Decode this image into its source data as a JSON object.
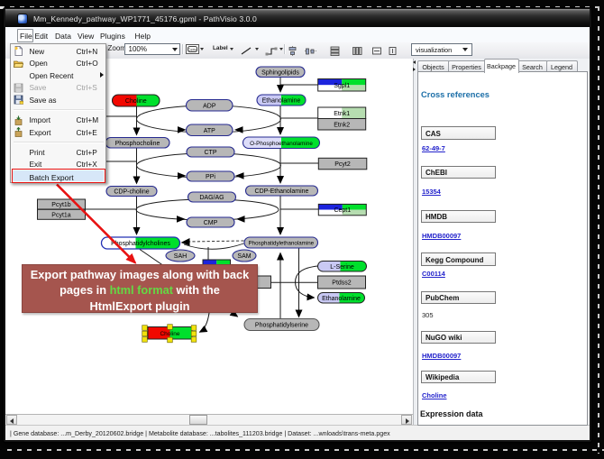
{
  "window": {
    "title": "Mm_Kennedy_pathway_WP1771_45176.gpml - PathVisio 3.0.0",
    "app_icon": "pathvisio-icon"
  },
  "menubar": {
    "items": [
      "File",
      "Edit",
      "Data",
      "View",
      "Plugins",
      "Help"
    ],
    "active": "File"
  },
  "file_menu": {
    "items": [
      {
        "label": "New",
        "shortcut": "Ctrl+N",
        "icon": "new-file-icon"
      },
      {
        "label": "Open",
        "shortcut": "Ctrl+O",
        "icon": "open-folder-icon"
      },
      {
        "label": "Open Recent",
        "shortcut": "",
        "icon": "submenu-arrow-icon"
      },
      {
        "label": "Save",
        "shortcut": "Ctrl+S",
        "icon": "save-disk-icon",
        "disabled": true
      },
      {
        "label": "Save as",
        "shortcut": "",
        "icon": "save-as-disk-icon"
      },
      {
        "label": "Import",
        "shortcut": "Ctrl+M",
        "icon": "import-icon"
      },
      {
        "label": "Export",
        "shortcut": "Ctrl+E",
        "icon": "export-icon"
      },
      {
        "label": "Print",
        "shortcut": "Ctrl+P",
        "icon": ""
      },
      {
        "label": "Exit",
        "shortcut": "Ctrl+X",
        "icon": ""
      },
      {
        "label": "Batch Export",
        "shortcut": "",
        "icon": "",
        "highlighted": true
      }
    ]
  },
  "toolbar": {
    "zoom_label": "Zoom:",
    "zoom_value": "100%",
    "gene_template": "Gene",
    "label_template": "Label",
    "visualization_value": "visualization"
  },
  "side_panel": {
    "tabs": [
      "Objects",
      "Properties",
      "Backpage",
      "Search",
      "Legend"
    ],
    "active_tab": "Backpage",
    "heading": "Cross references",
    "sections": [
      {
        "name": "CAS",
        "value": "62-49-7",
        "link": true
      },
      {
        "name": "ChEBI",
        "value": "15354",
        "link": true
      },
      {
        "name": "HMDB",
        "value": "HMDB00097",
        "link": true
      },
      {
        "name": "Kegg Compound",
        "value": "C00114",
        "link": true
      },
      {
        "name": "PubChem",
        "value": "305",
        "link": false
      },
      {
        "name": "NuGO wiki",
        "value": "HMDB00097",
        "link": true
      },
      {
        "name": "Wikipedia",
        "value": "Choline",
        "link": true
      }
    ],
    "footer_heading": "Expression data"
  },
  "statusbar": {
    "text": "| Gene database: ...m_Derby_20120602.bridge | Metabolite database: ...tabolites_111203.bridge | Dataset: ...wnloads\\trans-meta.pgex"
  },
  "annotation": {
    "line1": "Export pathway images along with back",
    "line2_pre": "pages in ",
    "line2_highlight": "html format",
    "line2_post": " with the",
    "line3": "HtmlExport plugin"
  },
  "colors": {
    "expression_red": "#f20800",
    "expression_green": "#00e02c",
    "expression_blue": "#1c24dd",
    "expression_lavender": "#c9c9f4",
    "expression_pale_green": "#b6ddb0",
    "node_gray": "#b7b7b7",
    "pill_border": "#262a90",
    "annotation_bg": "#a5554e",
    "annotation_highlight": "#63d944",
    "callout_red": "#e81212",
    "link_blue": "#2222cc",
    "heading_blue": "#1c6fa8"
  },
  "pathway": {
    "nodes": {
      "sphingolipids": {
        "label": "Sphingolipids"
      },
      "choline_top": {
        "label": "Choline"
      },
      "ethanolamine_top": {
        "label": "Ethanolamine"
      },
      "adp": {
        "label": "ADP"
      },
      "atp": {
        "label": "ATP"
      },
      "sgpl1": {
        "label": "Sgpl1"
      },
      "etnk1": {
        "label": "Etnk1"
      },
      "etnk2": {
        "label": "Etnk2"
      },
      "phosphocholine": {
        "label": "Phosphocholine"
      },
      "o_phosphoethanolamine": {
        "label": "O-Phosphoethanolamine"
      },
      "ctp": {
        "label": "CTP"
      },
      "ppi": {
        "label": "PPi"
      },
      "pcyt2": {
        "label": "Pcyt2"
      },
      "pcyt1b": {
        "label": "Pcyt1b"
      },
      "pcyt1a": {
        "label": "Pcyt1a"
      },
      "cdp_choline": {
        "label": "CDP-choline"
      },
      "cdp_ethanolamine": {
        "label": "CDP-Ethanolamine"
      },
      "dag_ag": {
        "label": "DAG/AG"
      },
      "cmp": {
        "label": "CMP"
      },
      "cept1": {
        "label": "Cept1"
      },
      "phosphatidylcholines": {
        "label": "Phosphatidylcholines"
      },
      "phosphatidylethanolamine": {
        "label": "Phosphatidylethanolamine"
      },
      "sah": {
        "label": "SAH"
      },
      "sam": {
        "label": "SAM"
      },
      "l_serine": {
        "label": "L-Serine"
      },
      "ptdss2": {
        "label": "Ptdss2"
      },
      "ethanolamine_bottom": {
        "label": "Ethanolamine"
      },
      "phosphatidylserine": {
        "label": "Phosphatidylserine"
      },
      "choline_bottom": {
        "label": "Choline"
      }
    }
  }
}
